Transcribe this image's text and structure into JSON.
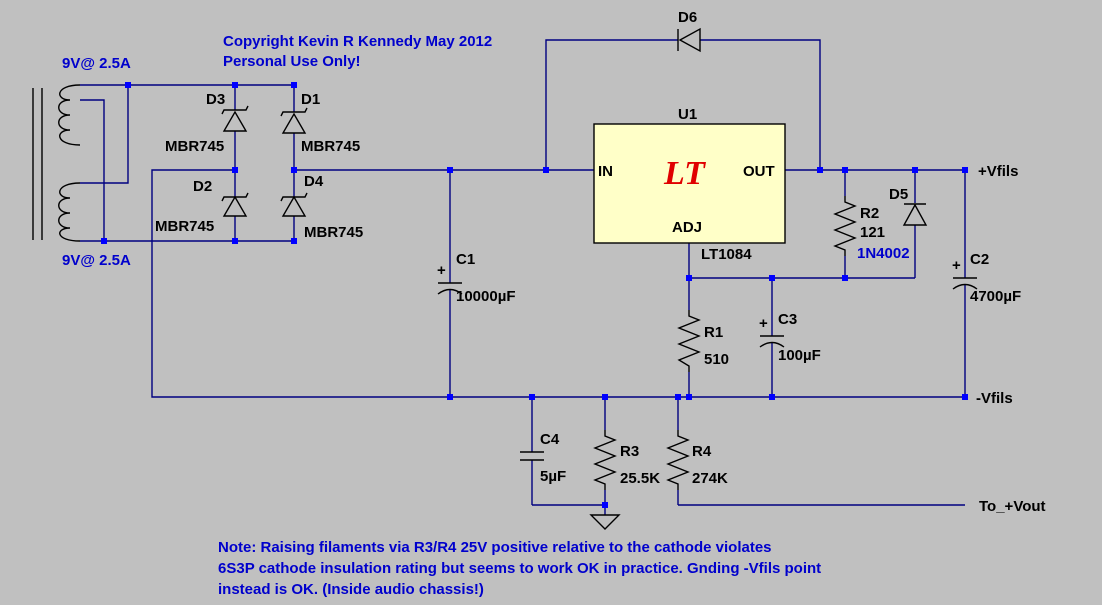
{
  "copyright": {
    "line1": "Copyright Kevin R Kennedy May 2012",
    "line2": "Personal Use Only!"
  },
  "transformer": {
    "top_label": "9V@ 2.5A",
    "bottom_label": "9V@ 2.5A"
  },
  "diodes": {
    "d1": {
      "ref": "D1",
      "value": "MBR745"
    },
    "d2": {
      "ref": "D2",
      "value": "MBR745"
    },
    "d3": {
      "ref": "D3",
      "value": "MBR745"
    },
    "d4": {
      "ref": "D4",
      "value": "MBR745"
    },
    "d5": {
      "ref": "D5",
      "value": "1N4002"
    },
    "d6": {
      "ref": "D6"
    }
  },
  "regulator": {
    "ref": "U1",
    "part": "LT1084",
    "pin_in": "IN",
    "pin_out": "OUT",
    "pin_adj": "ADJ",
    "logo": "LT"
  },
  "capacitors": {
    "c1": {
      "ref": "C1",
      "value": "10000µF"
    },
    "c2": {
      "ref": "C2",
      "value": "4700µF"
    },
    "c3": {
      "ref": "C3",
      "value": "100µF"
    },
    "c4": {
      "ref": "C4",
      "value": "5µF"
    }
  },
  "resistors": {
    "r1": {
      "ref": "R1",
      "value": "510"
    },
    "r2": {
      "ref": "R2",
      "value": "121"
    },
    "r3": {
      "ref": "R3",
      "value": "25.5K"
    },
    "r4": {
      "ref": "R4",
      "value": "274K"
    }
  },
  "nets": {
    "pos": "+Vfils",
    "neg": "-Vfils",
    "vout": "To_+Vout"
  },
  "note": {
    "line1": "Note: Raising filaments via R3/R4 25V positive relative to the cathode violates",
    "line2": "6S3P cathode insulation rating but seems to work OK in practice. Gnding -Vfils point",
    "line3": "instead is OK. (Inside audio chassis!)"
  },
  "colors": {
    "background": "#c0c0c0",
    "wire": "#000080",
    "junction": "#0000ff",
    "note_text": "#0000cc",
    "regulator_body": "#ffffc8",
    "logo": "#e00000"
  }
}
